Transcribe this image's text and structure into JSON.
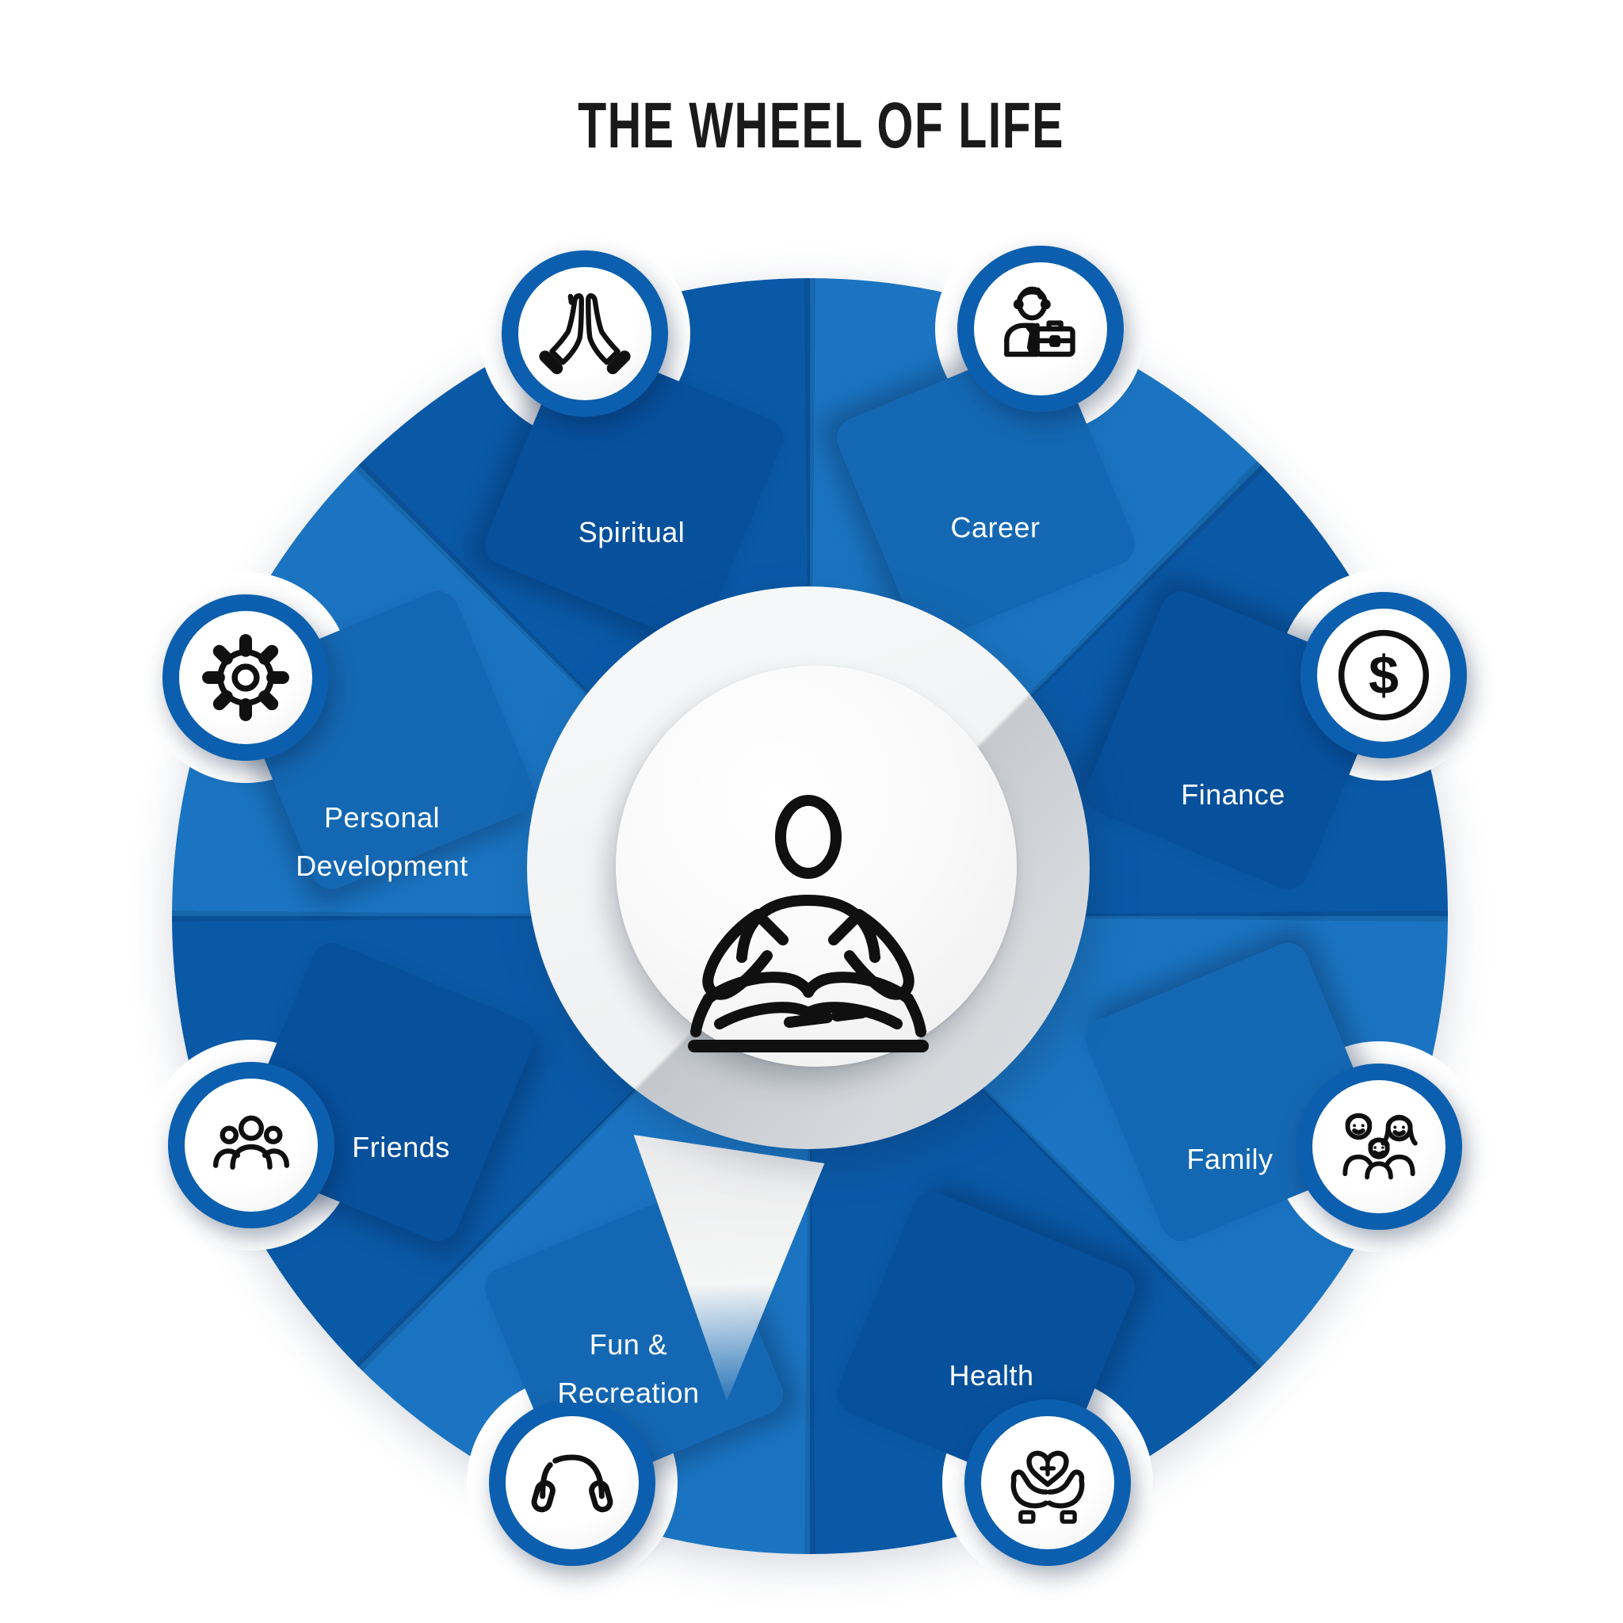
{
  "title": "THE WHEEL OF LIFE",
  "wheel": {
    "center_icon": "meditating-person",
    "dollar_symbol": "$",
    "colors": {
      "segment_light": "#1B74C1",
      "segment_dark": "#0A59A7",
      "card_on_light": "#1468B3",
      "card_on_dark": "#07509C",
      "icon_ring_blue": "#0C5FAE",
      "label_text": "#FFFFFF",
      "title_text": "#1A1A1A",
      "icon_line": "#101010",
      "background": "#FFFFFF"
    },
    "segments": [
      {
        "label": "Spiritual",
        "icon": "praying-hands",
        "shade": "dark",
        "position": "top-left"
      },
      {
        "label": "Career",
        "icon": "businessman-briefcase",
        "shade": "light",
        "position": "top-right"
      },
      {
        "label": "Finance",
        "icon": "dollar-coin",
        "shade": "dark",
        "position": "right-upper"
      },
      {
        "label": "Family",
        "icon": "family-parents-child",
        "shade": "light",
        "position": "right-lower"
      },
      {
        "label": "Health",
        "icon": "hands-holding-medical-heart",
        "shade": "dark",
        "position": "bottom-right"
      },
      {
        "label": "Fun &\nRecreation",
        "icon": "headphones",
        "shade": "light",
        "position": "bottom-left"
      },
      {
        "label": "Friends",
        "icon": "people-group",
        "shade": "dark",
        "position": "left-lower"
      },
      {
        "label": "Personal\nDevelopment",
        "icon": "gear",
        "shade": "light",
        "position": "left-upper"
      }
    ]
  }
}
